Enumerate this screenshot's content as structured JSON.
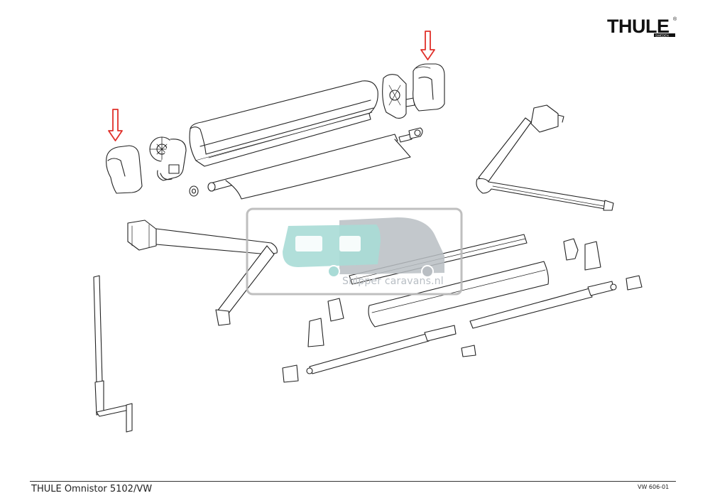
{
  "header": {
    "brand_logo_text": "THULE",
    "brand_logo_subtext": "SWEDEN",
    "registered_mark": "®"
  },
  "watermark": {
    "text": "Snipper caravans.nl",
    "colors": {
      "caravan": "#a9dbd6",
      "camper": "#b9bec3",
      "frame": "#b8b8b8"
    }
  },
  "markers": {
    "color": "#e0302a",
    "items": [
      {
        "icon": "down-arrow-icon",
        "target": "left-end-cap"
      },
      {
        "icon": "down-arrow-icon",
        "target": "right-end-cap"
      }
    ]
  },
  "footer": {
    "title": "THULE Omnistor 5102/VW",
    "code": "VW 606-01"
  }
}
